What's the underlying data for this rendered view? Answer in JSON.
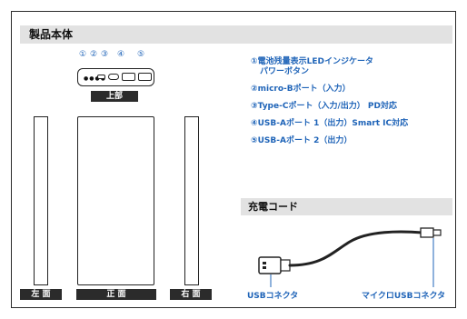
{
  "section_title": "製品本体",
  "views": {
    "top_label": "上部",
    "left_label": "左 面",
    "front_label": "正 面",
    "right_label": "右 面"
  },
  "port_numbers": [
    "①",
    "②",
    "③",
    "④",
    "⑤"
  ],
  "specs": [
    {
      "main": "①電池残量表示LEDインジケータ",
      "sub": "パワーボタン"
    },
    {
      "main": "②micro-Bポート（入力）",
      "sub": ""
    },
    {
      "main": "③Type-Cポート（入力/出力） PD対応",
      "sub": ""
    },
    {
      "main": "④USB-Aポート 1（出力）Smart IC対応",
      "sub": ""
    },
    {
      "main": "⑤USB-Aポート 2（出力）",
      "sub": ""
    }
  ],
  "cable_section_title": "充電コード",
  "cable_labels": {
    "usb": "USBコネクタ",
    "micro_usb": "マイクロUSBコネクタ"
  },
  "colors": {
    "accent_blue": "#1f64b8",
    "bar_gray": "#e2e2e2",
    "label_dark": "#2b2b2b"
  }
}
